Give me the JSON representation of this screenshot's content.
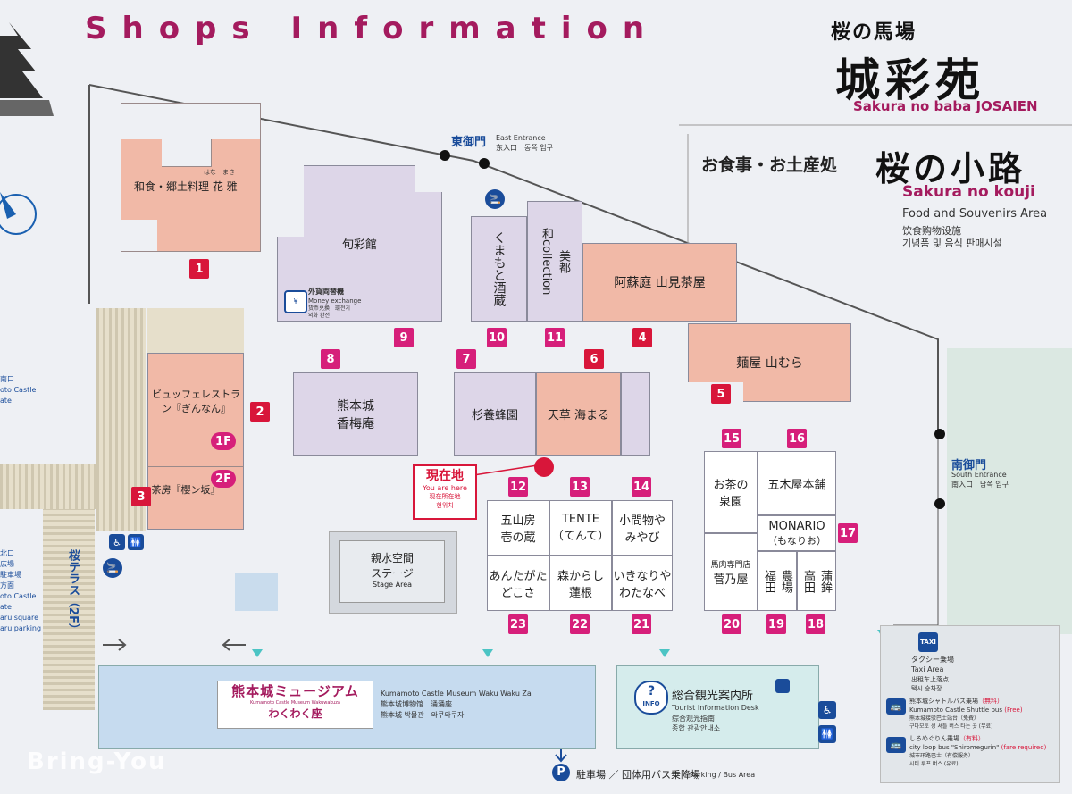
{
  "header": {
    "title": "Shops Information",
    "logo_line1": "桜の馬場",
    "logo_line2": "城彩苑",
    "logo_line3": "Sakura no baba JOSAIEN",
    "kouji_jp": "お食事・お土産処",
    "kouji_logo": "桜の小路",
    "kouji_en": "Sakura no kouji",
    "kouji_sub1": "Food and Souvenirs Area",
    "kouji_sub2": "饮食购物设施",
    "kouji_sub3": "기념품 및 음식 판매시설"
  },
  "entrances": {
    "east_jp": "東御門",
    "east_en": "East Entrance",
    "east_sub": "东入口　동쪽 입구",
    "south_jp": "南御門",
    "south_en": "South Entrance",
    "south_sub": "南入口　남쪽 입구",
    "north_left1": "南口",
    "north_left2": "oto Castle",
    "north_left3": "ate",
    "left_bottom1": "北口",
    "left_bottom2": "広場",
    "left_bottom3": "駐車場",
    "left_bottom4": "方面",
    "left_bottom5": "oto Castle",
    "left_bottom6": "ate",
    "left_bottom7": "aru square",
    "left_bottom8": "aru parking"
  },
  "shops": {
    "s1": "和食・郷土料理 花 雅",
    "s1_ruby": "はな　まさ",
    "s2": "ビュッフェレストラン『ぎんなん』",
    "s3": "茶房『櫻ン坂』",
    "s4": "阿蘇庭 山見茶屋",
    "s5": "麺屋 山むら",
    "s6": "天草 海まる",
    "s7": "杉養蜂園",
    "s8a": "熊本城",
    "s8b": "香梅庵",
    "s9": "旬彩館",
    "s10": "くまもと酒蔵",
    "s11a": "和collection",
    "s11b": "美都",
    "s12a": "五山房",
    "s12b": "壱の蔵",
    "s13a": "TENTE",
    "s13b": "（てんて）",
    "s14a": "小間物や",
    "s14b": "みやび",
    "s15a": "お茶の",
    "s15b": "泉園",
    "s16": "五木屋本舗",
    "s17a": "MONARIO",
    "s17b": "（もなりお）",
    "s18a": "高田",
    "s18b": "蒲鉾",
    "s19a": "福田",
    "s19b": "農場",
    "s20a": "馬肉専門店",
    "s20b": "菅乃屋",
    "s21a": "いきなりや",
    "s21b": "わたなべ",
    "s22a": "森からし",
    "s22b": "蓮根",
    "s23a": "あんたがた",
    "s23b": "どこさ"
  },
  "numbers": [
    "1",
    "2",
    "3",
    "4",
    "5",
    "6",
    "7",
    "8",
    "9",
    "10",
    "11",
    "12",
    "13",
    "14",
    "15",
    "16",
    "17",
    "18",
    "19",
    "20",
    "21",
    "22",
    "23"
  ],
  "floors": {
    "f1": "1F",
    "f2": "2F"
  },
  "money": {
    "title": "外貨両替機",
    "en": "Money exchange",
    "sub1": "货币兑换　環전기",
    "sub2": "외화 환전"
  },
  "you_are_here": {
    "jp": "現在地",
    "en": "You are here",
    "cn": "现在所在地",
    "kr": "현위치"
  },
  "stage": {
    "jp1": "親水空間",
    "jp2": "ステージ",
    "en": "Stage Area"
  },
  "terrace": "桜テラス（2F）",
  "museum": {
    "logo_jp": "熊本城ミュージアム",
    "logo_small": "Kumamoto Castle Museum Wakuwakuza",
    "logo_jp2": "わくわく座",
    "en": "Kumamoto Castle Museum  Waku Waku Za",
    "cn": "熊本城博物馆　涌涌座",
    "kr": "熊本城 박물관　와쿠와쿠자"
  },
  "info": {
    "label": "INFO",
    "jp": "総合観光案内所",
    "en": "Tourist Information Desk",
    "cn": "综合观光指南",
    "kr": "종합 관광안내소"
  },
  "parking": {
    "jp": "駐車場 ／ 団体用バス乗降場",
    "en": "Parking / Bus Area",
    "icon": "P"
  },
  "legend": {
    "taxi_icon": "TAXI",
    "taxi_jp": "タクシー乗場",
    "taxi_en": "Taxi Area",
    "taxi_cn": "出租车上落点",
    "taxi_kr": "택시 승차장",
    "shuttle_jp": "熊本城シャトルバス乗場",
    "shuttle_jp_tag": "（無料）",
    "shuttle_en": "Kumamoto Castle Shuttle bus",
    "shuttle_en_tag": "(Free)",
    "shuttle_cn": "熊本城接驳巴士站台（免費）",
    "shuttle_kr": "구마모토 성 셔틀 버스 타는 곳 (무료)",
    "loop_jp": "しろめぐりん乗場",
    "loop_jp_tag": "（有料）",
    "loop_en": "city loop bus \"Shiromegurin\"",
    "loop_en_tag": "(fare required)",
    "loop_cn": "城市环路巴士（有偿服务）",
    "loop_kr": "시티 루프 버스 (유료)"
  },
  "watermark": "Bring-You",
  "colors": {
    "brand": "#a41b5e",
    "badge_magenta": "#d61f7a",
    "badge_red": "#d8163a",
    "peach": "#f1b9a7",
    "lavender": "#ddd6e8"
  }
}
